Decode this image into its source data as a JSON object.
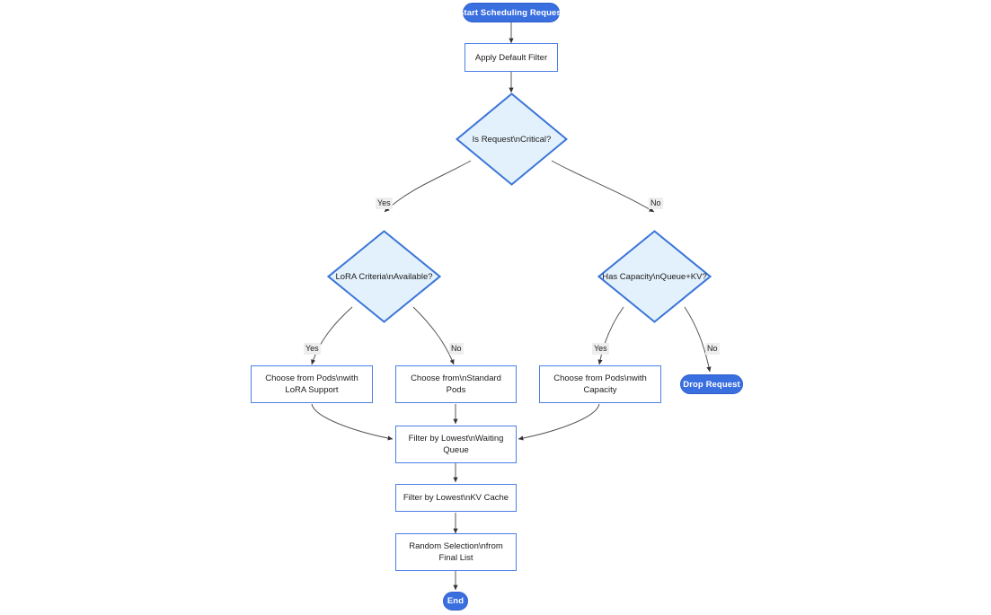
{
  "diagram": {
    "type": "flowchart",
    "title": "",
    "colors": {
      "terminal_fill": "#3a6fe0",
      "terminal_text": "#ffffff",
      "process_fill": "#ffffff",
      "process_border": "#4c7fe6",
      "decision_fill": "#e3f1fc",
      "decision_border": "#3a74d8",
      "edge_stroke": "#555555",
      "edge_label_bg": "#eeeeee",
      "background": "#ffffff"
    },
    "nodes": {
      "start": {
        "label": "Start Scheduling Request",
        "shape": "terminal"
      },
      "apply_default_filter": {
        "label": "Apply Default Filter",
        "shape": "process"
      },
      "is_request_critical": {
        "label": "Is Request\\nCritical?",
        "shape": "decision"
      },
      "lora_criteria_available": {
        "label": "LoRA Criteria\\nAvailable?",
        "shape": "decision"
      },
      "has_capacity": {
        "label": "Has Capacity\\nQueue+KV?",
        "shape": "decision"
      },
      "choose_lora_pods": {
        "line1": "Choose from Pods\\nwith",
        "line2": "LoRA Support",
        "shape": "process"
      },
      "choose_standard_pods": {
        "line1": "Choose from\\nStandard",
        "line2": "Pods",
        "shape": "process"
      },
      "choose_capacity_pods": {
        "line1": "Choose from Pods\\nwith",
        "line2": "Capacity",
        "shape": "process"
      },
      "drop_request": {
        "label": "Drop Request",
        "shape": "terminal"
      },
      "filter_waiting_queue": {
        "line1": "Filter by Lowest\\nWaiting",
        "line2": "Queue",
        "shape": "process"
      },
      "filter_kv_cache": {
        "label": "Filter by Lowest\\nKV Cache",
        "shape": "process"
      },
      "random_selection": {
        "line1": "Random Selection\\nfrom",
        "line2": "Final List",
        "shape": "process"
      },
      "end": {
        "label": "End",
        "shape": "terminal"
      }
    },
    "edge_labels": {
      "critical_yes": "Yes",
      "critical_no": "No",
      "lora_yes": "Yes",
      "lora_no": "No",
      "capacity_yes": "Yes",
      "capacity_no": "No"
    }
  }
}
